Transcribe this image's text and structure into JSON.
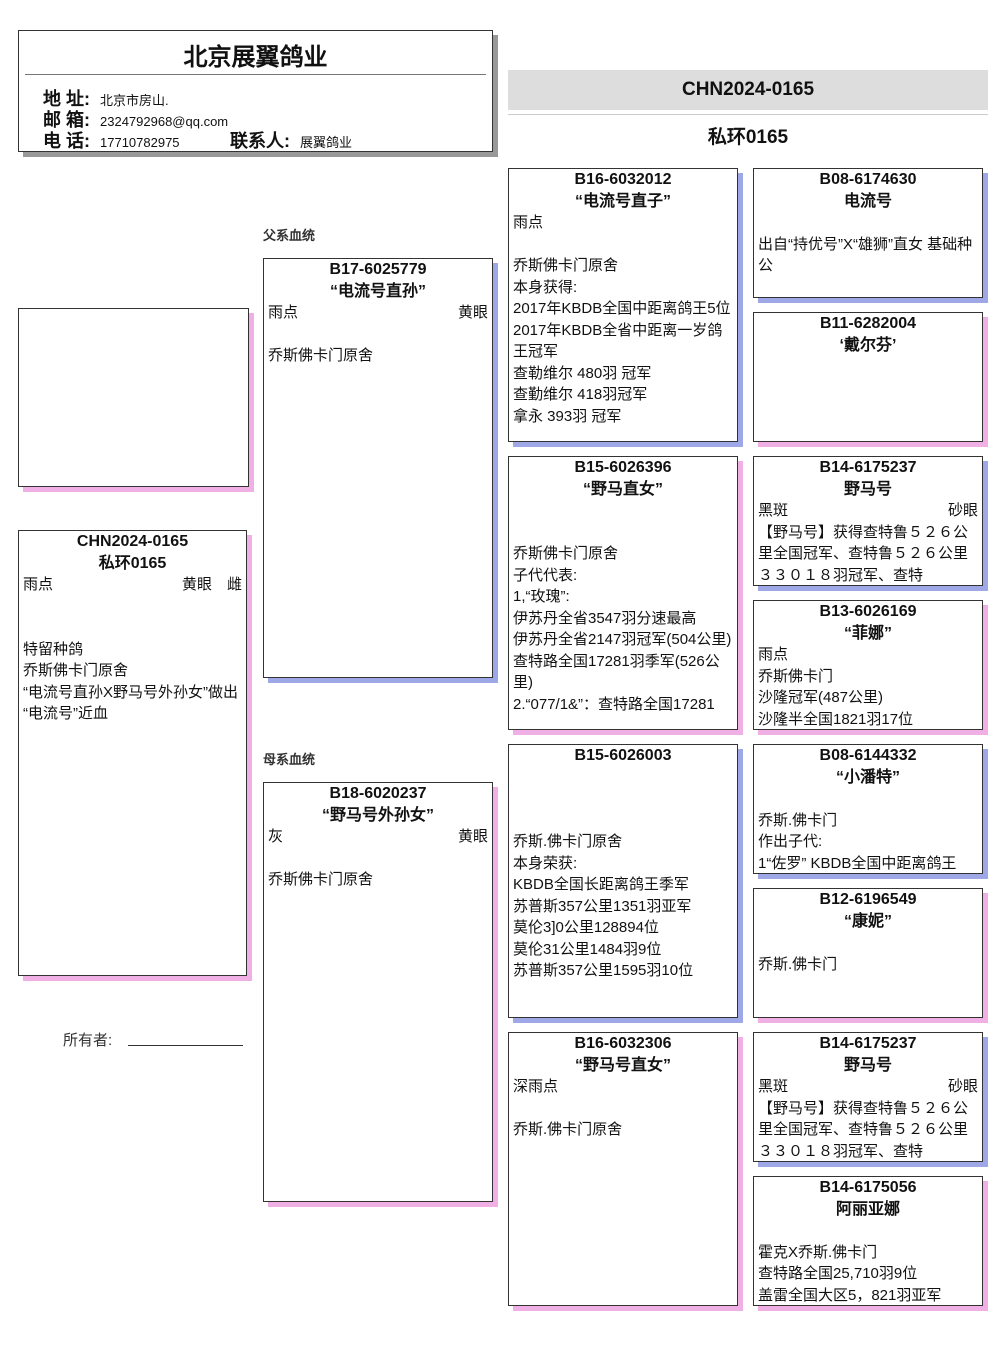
{
  "header": {
    "title": "北京展翼鸽业",
    "address_label": "地 址:",
    "address": "北京市房山.",
    "email_label": "邮 箱:",
    "email": "2324792968@qq.com",
    "phone_label": "电 话:",
    "phone": "17710782975",
    "contact_label": "联系人:",
    "contact": "展翼鸽业"
  },
  "banner": {
    "ring": "CHN2024-0165",
    "name": "私环0165"
  },
  "sections": {
    "sire": "父系血统",
    "dam": "母系血统"
  },
  "owner": {
    "label": "所有者:"
  },
  "birds": [
    {
      "key": "subject",
      "sex": "f",
      "id": "CHN2024-0165",
      "name": "私环0165",
      "left": "雨点",
      "right": "黄眼　雌",
      "lines": [
        "",
        "",
        "特留种鸽",
        "乔斯佛卡门原舍",
        "“电流号直孙X野马号外孙女”做出",
        "“电流号”近血"
      ]
    },
    {
      "key": "sire",
      "sex": "m",
      "id": "B17-6025779",
      "name": "“电流号直孙”",
      "left": "雨点",
      "right": "黄眼",
      "lines": [
        "",
        "乔斯佛卡门原舍"
      ]
    },
    {
      "key": "dam",
      "sex": "f",
      "id": "B18-6020237",
      "name": "“野马号外孙女”",
      "left": "灰",
      "right": "黄眼",
      "lines": [
        "",
        "乔斯佛卡门原舍"
      ]
    },
    {
      "key": "ss",
      "sex": "m",
      "id": "B16-6032012",
      "name": "“电流号直子”",
      "left": "雨点",
      "right": "",
      "lines": [
        "",
        "乔斯佛卡门原舍",
        "本身获得:",
        "2017年KBDB全国中距离鸽王5位",
        "2017年KBDB全省中距离一岁鸽王冠军",
        "查勒维尔 480羽 冠军",
        "查勤维尔 418羽冠军",
        "拿永 393羽 冠军"
      ]
    },
    {
      "key": "sd",
      "sex": "f",
      "id": "B15-6026396",
      "name": "“野马直女”",
      "left": "",
      "right": "",
      "lines": [
        "",
        "乔斯佛卡门原舍",
        "子代代表:",
        "1,“玫瑰”:",
        "伊苏丹全省3547羽分速最高",
        "伊苏丹全省2147羽冠军(504公里)",
        "查特路全国17281羽季军(526公里)",
        "2.“077/1&”：查特路全国17281"
      ]
    },
    {
      "key": "ds",
      "sex": "m",
      "id": "B15-6026003",
      "name": "",
      "left": "",
      "right": "",
      "lines": [
        "",
        "乔斯.佛卡门原舍",
        "本身荣获:",
        "KBDB全国长距离鸽王季军",
        "苏普斯357公里1351羽亚军",
        "莫伦3]0公里128894位",
        "莫伦31公里1484羽9位",
        "苏普斯357公里1595羽10位"
      ]
    },
    {
      "key": "dd",
      "sex": "f",
      "id": "B16-6032306",
      "name": "“野马号直女”",
      "left": "深雨点",
      "right": "",
      "lines": [
        "",
        "乔斯.佛卡门原舍"
      ]
    },
    {
      "key": "sss",
      "sex": "m",
      "id": "B08-6174630",
      "name": "电流号",
      "left": "",
      "right": "",
      "lines": [
        "出自“持优号”X“雄狮”直女 基础种公"
      ]
    },
    {
      "key": "ssd",
      "sex": "f",
      "id": "B11-6282004",
      "name": "‘戴尔芬’",
      "left": "",
      "right": "",
      "lines": []
    },
    {
      "key": "sds",
      "sex": "m",
      "id": "B14-6175237",
      "name": "野马号",
      "left": "黑斑",
      "right": "砂眼",
      "lines": [
        "【野马号】获得查特鲁５２６公里全国冠军、查特鲁５２６公里３３０１８羽冠军、查特"
      ]
    },
    {
      "key": "sdd",
      "sex": "f",
      "id": "B13-6026169",
      "name": "“菲娜”",
      "left": "雨点",
      "right": "",
      "lines": [
        "乔斯佛卡门",
        "沙隆冠军(487公里)",
        "沙隆半全国1821羽17位"
      ]
    },
    {
      "key": "dss",
      "sex": "m",
      "id": "B08-6144332",
      "name": "“小潘特”",
      "left": "",
      "right": "",
      "lines": [
        "乔斯.佛卡门",
        "作出子代:",
        "1“佐罗” KBDB全国中距离鸽王"
      ]
    },
    {
      "key": "dsd",
      "sex": "f",
      "id": "B12-6196549",
      "name": "“康妮”",
      "left": "",
      "right": "",
      "lines": [
        "乔斯.佛卡门"
      ]
    },
    {
      "key": "dds",
      "sex": "m",
      "id": "B14-6175237",
      "name": "野马号",
      "left": "黑斑",
      "right": "砂眼",
      "lines": [
        "【野马号】获得查特鲁５２６公里全国冠军、查特鲁５２６公里３３０１８羽冠军、查特"
      ]
    },
    {
      "key": "ddd",
      "sex": "f",
      "id": "B14-6175056",
      "name": "阿丽亚娜",
      "left": "",
      "right": "",
      "lines": [
        "霍克X乔斯.佛卡门",
        "查特路全国25,710羽9位",
        "盖雷全国大区5，821羽亚军"
      ]
    }
  ]
}
